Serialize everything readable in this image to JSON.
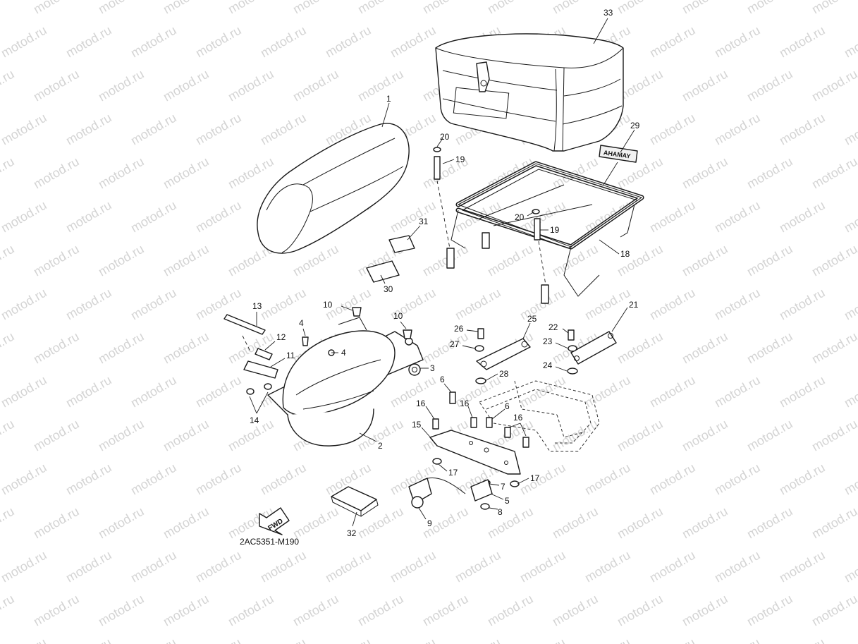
{
  "watermark": "motod.ru",
  "diagram_code": "2AC5351-M190",
  "fwd_label": "FWD",
  "label_tag": "AHAMAY",
  "callouts": {
    "c1": "1",
    "c2": "2",
    "c3": "3",
    "c4a": "4",
    "c4b": "4",
    "c5": "5",
    "c6a": "6",
    "c6b": "6",
    "c7": "7",
    "c8": "8",
    "c9": "9",
    "c10a": "10",
    "c10b": "10",
    "c11": "11",
    "c12": "12",
    "c13": "13",
    "c14": "14",
    "c15": "15",
    "c16a": "16",
    "c16b": "16",
    "c16c": "16",
    "c17a": "17",
    "c17b": "17",
    "c18": "18",
    "c19a": "19",
    "c19b": "19",
    "c20a": "20",
    "c20b": "20",
    "c21": "21",
    "c22": "22",
    "c23": "23",
    "c24": "24",
    "c25": "25",
    "c26": "26",
    "c27": "27",
    "c28": "28",
    "c29": "29",
    "c30": "30",
    "c31": "31",
    "c32": "32",
    "c33": "33"
  }
}
